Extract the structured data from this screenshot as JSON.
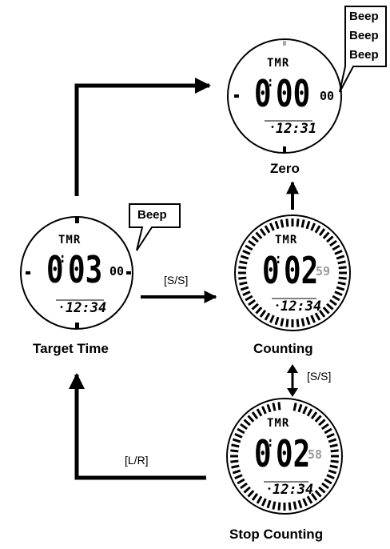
{
  "states": {
    "target": {
      "label": "Target Time",
      "mode": "TMR",
      "minutes": "0",
      "seconds": "03",
      "hundredths": "00",
      "clock": "12:34",
      "bubble": [
        "Beep"
      ]
    },
    "zero": {
      "label": "Zero",
      "mode": "TMR",
      "minutes": "0",
      "seconds": "00",
      "hundredths": "00",
      "clock": "12:31",
      "bubble": [
        "Beep",
        "Beep",
        "Beep"
      ]
    },
    "counting": {
      "label": "Counting",
      "mode": "TMR",
      "minutes": "0",
      "seconds": "02",
      "hundredths": "59",
      "clock": "12:34"
    },
    "stop": {
      "label": "Stop Counting",
      "mode": "TMR",
      "minutes": "0",
      "seconds": "02",
      "hundredths": "58",
      "clock": "12:34"
    }
  },
  "buttons": {
    "ss_1": "[S/S]",
    "ss_2": "[S/S]",
    "lr": "[L/R]"
  },
  "colors": {
    "ink": "#000000",
    "gray_digits": "#9a9a9a",
    "background": "#ffffff"
  }
}
